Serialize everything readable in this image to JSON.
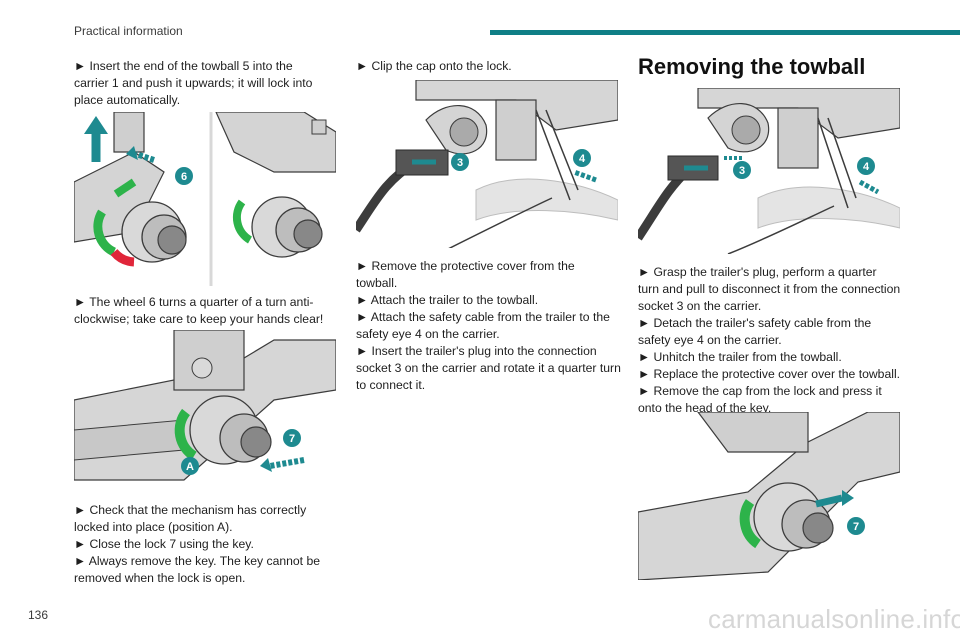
{
  "header": {
    "section": "Practical information"
  },
  "page_number": "136",
  "watermark": "carmanualsonline.info",
  "col1": {
    "para1": [
      "► Insert the end of the towball 5 into the",
      "carrier 1 and push it upwards; it will lock into",
      "place automatically."
    ],
    "para2": [
      "► The wheel 6 turns a quarter of a turn anti-",
      "clockwise; take care to keep your hands clear!"
    ],
    "para3": [
      "► Check that the mechanism has correctly",
      "locked into place (position A).",
      "► Close the lock 7 using the key.",
      "► Always remove the key. The key cannot be",
      "removed when the lock is open."
    ]
  },
  "col2": {
    "para1": [
      "► Clip the cap onto the lock."
    ],
    "para2": [
      "► Remove the protective cover from the",
      "towball.",
      "► Attach the trailer to the towball.",
      "► Attach the safety cable from the trailer to the",
      "safety eye 4 on the carrier.",
      "► Insert the trailer's plug into the connection",
      "socket 3 on the carrier and rotate it a quarter turn",
      "to connect it."
    ]
  },
  "col3": {
    "title": "Removing the towball",
    "para1": [
      "► Grasp the trailer's plug, perform a quarter",
      "turn and pull to disconnect it from the connection",
      "socket 3 on the carrier.",
      "► Detach the trailer's safety cable from the",
      "safety eye 4 on the carrier.",
      "► Unhitch the trailer from the towball.",
      "► Replace the protective cover over the towball.",
      "► Remove the cap from the lock and press it",
      "onto the head of the key."
    ]
  },
  "callouts": {
    "fig1": [
      "6"
    ],
    "fig2": [
      "7",
      "A"
    ],
    "fig3": [
      "3",
      "4"
    ],
    "fig4": [
      "3",
      "4"
    ],
    "fig5": [
      "7"
    ]
  },
  "colors": {
    "accent": "#0f7f86",
    "callout": "#1e8a90",
    "green": "#2db34a",
    "red": "#e0263a",
    "gray": "#c9c9c9",
    "dark": "#3c3c3c"
  }
}
